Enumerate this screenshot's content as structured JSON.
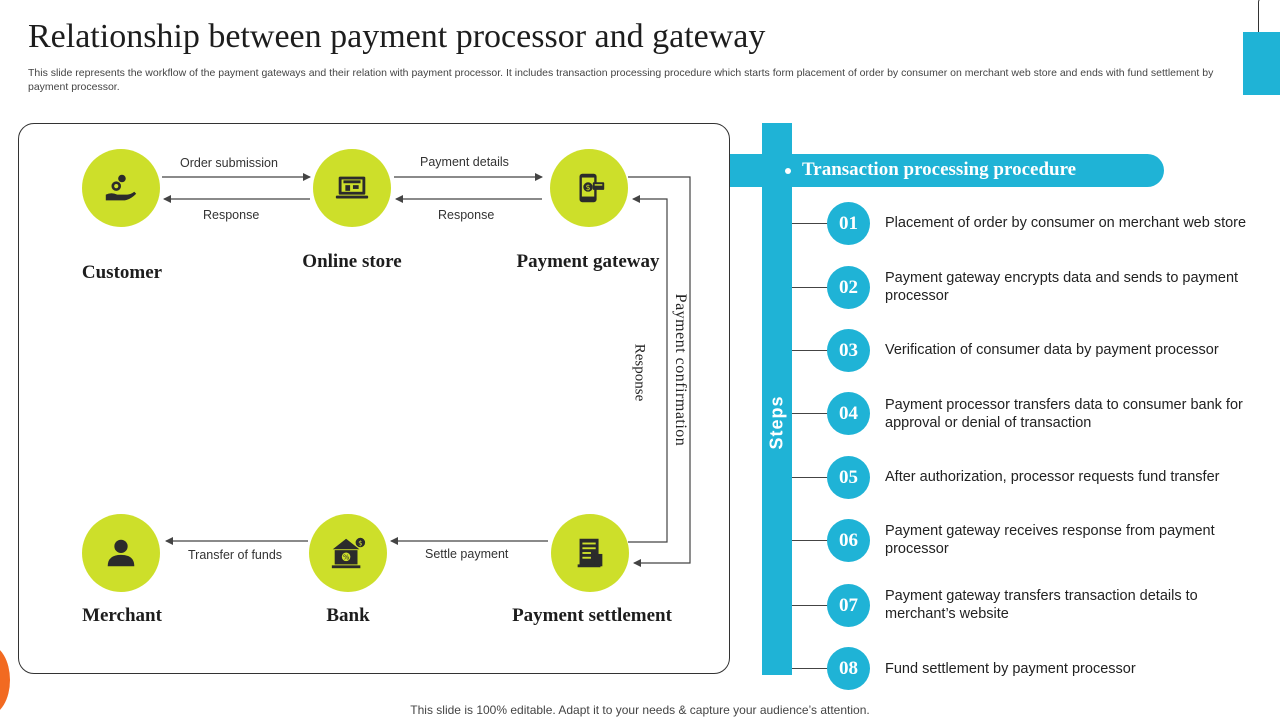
{
  "title": "Relationship between payment processor and gateway",
  "subtitle": "This slide represents the workflow of the payment gateways and their relation with payment processor. It includes transaction processing procedure which starts form placement of order by consumer on merchant web store and ends with fund settlement by payment processor.",
  "colors": {
    "accent": "#1fb3d6",
    "node": "#cddf2a",
    "orange": "#f26a21"
  },
  "nodes": {
    "customer": {
      "label": "Customer",
      "icon": "hand-coin-icon"
    },
    "online_store": {
      "label": "Online store",
      "icon": "storefront-laptop-icon"
    },
    "payment_gateway": {
      "label": "Payment gateway",
      "icon": "mobile-payment-icon"
    },
    "merchant": {
      "label": "Merchant",
      "icon": "person-icon"
    },
    "bank": {
      "label": "Bank",
      "icon": "bank-icon"
    },
    "payment_settlement": {
      "label": "Payment settlement",
      "icon": "invoice-icon"
    }
  },
  "arrows": {
    "order_submission": "Order submission",
    "response_1": "Response",
    "payment_details": "Payment details",
    "response_2": "Response",
    "payment_confirmation": "Payment confirmation",
    "response_3": "Response",
    "settle_payment": "Settle payment",
    "transfer_of_funds": "Transfer  of funds"
  },
  "steps_label": "Steps",
  "procedure_title": "Transaction processing procedure",
  "steps": [
    {
      "num": "01",
      "text": "Placement of order by consumer on merchant web store"
    },
    {
      "num": "02",
      "text": "Payment gateway encrypts data and sends to payment processor"
    },
    {
      "num": "03",
      "text": "Verification of consumer data by payment processor"
    },
    {
      "num": "04",
      "text": "Payment processor transfers data to consumer bank for approval or denial of transaction"
    },
    {
      "num": "05",
      "text": "After authorization, processor requests fund transfer"
    },
    {
      "num": "06",
      "text": "Payment gateway receives response from payment processor"
    },
    {
      "num": "07",
      "text": "Payment gateway transfers transaction details to merchant’s website"
    },
    {
      "num": "08",
      "text": "Fund settlement by payment processor"
    }
  ],
  "footer": "This slide is 100% editable. Adapt it to your needs & capture your audience’s attention."
}
